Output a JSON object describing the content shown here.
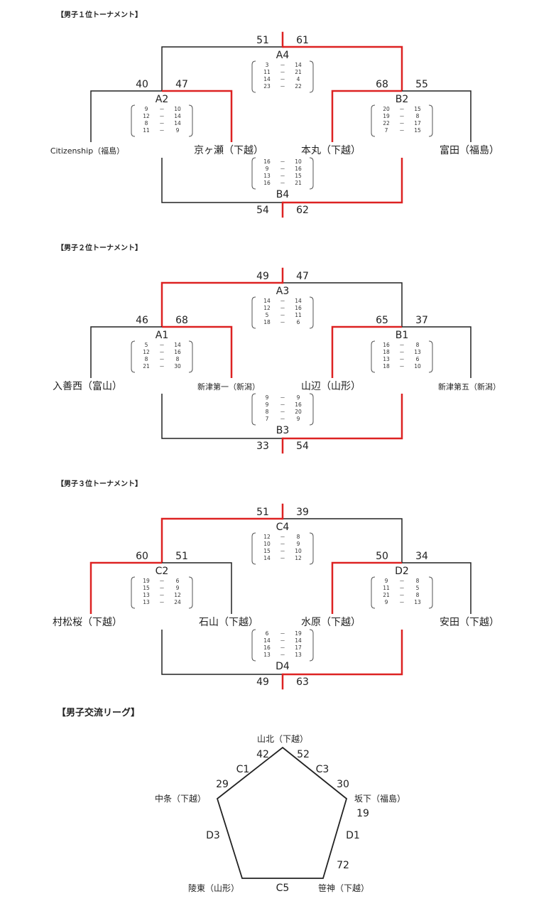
{
  "tournaments": [
    {
      "title": "【男子１位トーナメント】",
      "teams": [
        "Citizenship（福島）",
        "京ヶ瀬（下越）",
        "本丸（下越）",
        "富田（福島）"
      ],
      "team_small": [
        true,
        false,
        false,
        false
      ],
      "left_semi": {
        "code": "A2",
        "left_score": "40",
        "right_score": "47",
        "sets": [
          [
            "9",
            "10"
          ],
          [
            "12",
            "14"
          ],
          [
            "8",
            "14"
          ],
          [
            "11",
            "9"
          ]
        ],
        "winner": "right"
      },
      "right_semi": {
        "code": "B2",
        "left_score": "68",
        "right_score": "55",
        "sets": [
          [
            "20",
            "15"
          ],
          [
            "19",
            "8"
          ],
          [
            "22",
            "17"
          ],
          [
            "7",
            "15"
          ]
        ],
        "winner": "left"
      },
      "top_final": {
        "code": "A4",
        "left_score": "51",
        "right_score": "61",
        "sets": [
          [
            "3",
            "14"
          ],
          [
            "11",
            "21"
          ],
          [
            "14",
            "4"
          ],
          [
            "23",
            "22"
          ]
        ],
        "winner": "right"
      },
      "bottom_final": {
        "code": "B4",
        "left_score": "54",
        "right_score": "62",
        "sets": [
          [
            "16",
            "10"
          ],
          [
            "9",
            "16"
          ],
          [
            "13",
            "15"
          ],
          [
            "16",
            "21"
          ]
        ],
        "winner": "right"
      }
    },
    {
      "title": "【男子２位トーナメント】",
      "teams": [
        "入善西（富山）",
        "新津第一（新潟）",
        "山辺（山形）",
        "新津第五（新潟）"
      ],
      "team_small": [
        false,
        true,
        false,
        true
      ],
      "left_semi": {
        "code": "A1",
        "left_score": "46",
        "right_score": "68",
        "sets": [
          [
            "5",
            "14"
          ],
          [
            "12",
            "16"
          ],
          [
            "8",
            "8"
          ],
          [
            "21",
            "30"
          ]
        ],
        "winner": "right"
      },
      "right_semi": {
        "code": "B1",
        "left_score": "65",
        "right_score": "37",
        "sets": [
          [
            "16",
            "8"
          ],
          [
            "18",
            "13"
          ],
          [
            "13",
            "6"
          ],
          [
            "18",
            "10"
          ]
        ],
        "winner": "left"
      },
      "top_final": {
        "code": "A3",
        "left_score": "49",
        "right_score": "47",
        "sets": [
          [
            "14",
            "14"
          ],
          [
            "12",
            "16"
          ],
          [
            "5",
            "11"
          ],
          [
            "18",
            "6"
          ]
        ],
        "winner": "left"
      },
      "bottom_final": {
        "code": "B3",
        "left_score": "33",
        "right_score": "54",
        "sets": [
          [
            "9",
            "9"
          ],
          [
            "9",
            "16"
          ],
          [
            "8",
            "20"
          ],
          [
            "7",
            "9"
          ]
        ],
        "winner": "right"
      }
    },
    {
      "title": "【男子３位トーナメント】",
      "teams": [
        "村松桜（下越）",
        "石山（下越）",
        "水原（下越）",
        "安田（下越）"
      ],
      "team_small": [
        false,
        false,
        false,
        false
      ],
      "left_semi": {
        "code": "C2",
        "left_score": "60",
        "right_score": "51",
        "sets": [
          [
            "19",
            "6"
          ],
          [
            "15",
            "9"
          ],
          [
            "13",
            "12"
          ],
          [
            "13",
            "24"
          ]
        ],
        "winner": "left"
      },
      "right_semi": {
        "code": "D2",
        "left_score": "50",
        "right_score": "34",
        "sets": [
          [
            "9",
            "8"
          ],
          [
            "11",
            "5"
          ],
          [
            "21",
            "8"
          ],
          [
            "9",
            "13"
          ]
        ],
        "winner": "left"
      },
      "top_final": {
        "code": "C4",
        "left_score": "51",
        "right_score": "39",
        "sets": [
          [
            "12",
            "8"
          ],
          [
            "10",
            "9"
          ],
          [
            "15",
            "10"
          ],
          [
            "14",
            "12"
          ]
        ],
        "winner": "left"
      },
      "bottom_final": {
        "code": "D4",
        "left_score": "49",
        "right_score": "63",
        "sets": [
          [
            "6",
            "19"
          ],
          [
            "14",
            "14"
          ],
          [
            "16",
            "17"
          ],
          [
            "13",
            "13"
          ]
        ],
        "winner": "right"
      }
    }
  ],
  "league": {
    "title": "【男子交流リーグ】",
    "teams": {
      "top": "山北（下越）",
      "upper_left": "中条（下越）",
      "upper_right": "坂下（福島）",
      "lower_left": "陵東（山形）",
      "lower_right": "笹神（下越）"
    },
    "matches": {
      "C1": {
        "code": "C1",
        "scores": [
          "42",
          "29"
        ]
      },
      "C3": {
        "code": "C3",
        "scores": [
          "52",
          "30"
        ]
      },
      "D1": {
        "code": "D1",
        "scores": [
          "19",
          "72"
        ]
      },
      "D3": {
        "code": "D3",
        "scores": []
      },
      "C5": {
        "code": "C5",
        "scores": []
      }
    }
  },
  "colors": {
    "line": "#222222",
    "winner": "#dd2222"
  }
}
